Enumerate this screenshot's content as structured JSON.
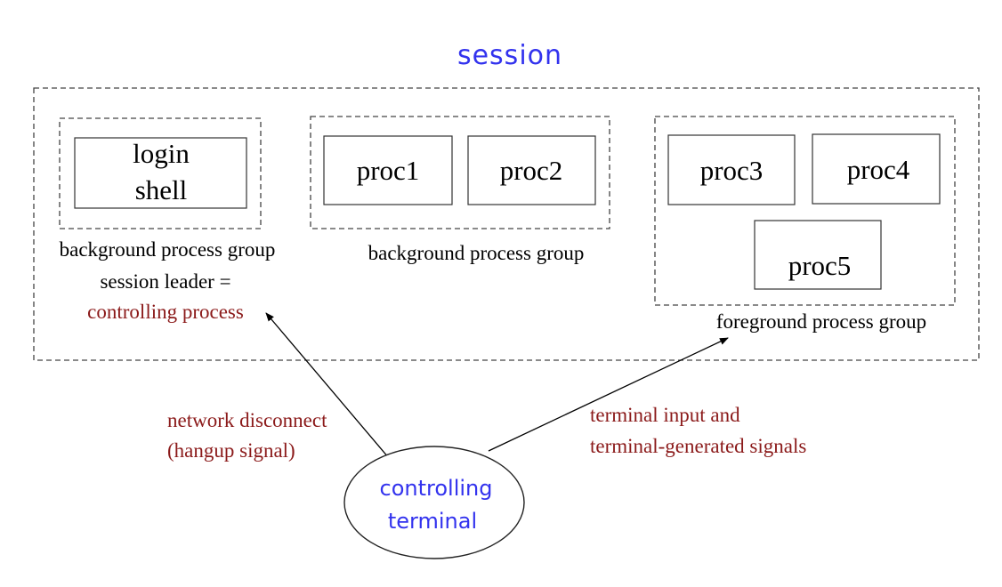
{
  "title": "session",
  "groups": {
    "group1": {
      "process": [
        "login",
        "shell"
      ],
      "label": "background process group",
      "leader_line1": "session leader =",
      "leader_line2": "controlling process"
    },
    "group2": {
      "processes": [
        "proc1",
        "proc2"
      ],
      "label": "background process group"
    },
    "group3": {
      "processes": [
        "proc3",
        "proc4",
        "proc5"
      ],
      "label": "foreground process group"
    }
  },
  "arrows": {
    "hangup_line1": "network disconnect",
    "hangup_line2": "(hangup signal)",
    "input_line1": "terminal input and",
    "input_line2": "terminal-generated signals"
  },
  "terminal": [
    "controlling",
    "terminal"
  ],
  "colors": {
    "title": "#3333ee",
    "terminal_text": "#3333ee",
    "red_text": "#8b1a1a",
    "border": "#444444"
  }
}
